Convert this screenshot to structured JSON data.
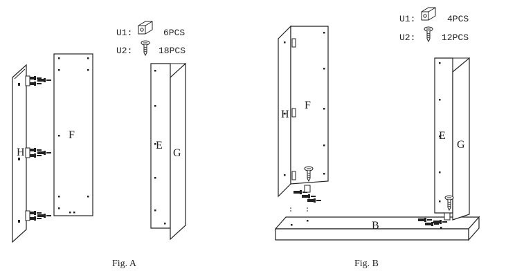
{
  "fig_a": {
    "caption": "Fig. A",
    "parts": {
      "f": "F",
      "h": "H",
      "e": "E",
      "g": "G"
    },
    "legend": [
      {
        "code": "U1:",
        "qty": "6PCS",
        "icon": "cam-lock-icon"
      },
      {
        "code": "U2:",
        "qty": "18PCS",
        "icon": "screw-icon"
      }
    ]
  },
  "fig_b": {
    "caption": "Fig. B",
    "parts": {
      "f": "F",
      "h": "H",
      "e": "E",
      "g": "G",
      "b": "B"
    },
    "legend": [
      {
        "code": "U1:",
        "qty": "4PCS",
        "icon": "cam-lock-icon"
      },
      {
        "code": "U2:",
        "qty": "12PCS",
        "icon": "screw-icon"
      }
    ]
  }
}
